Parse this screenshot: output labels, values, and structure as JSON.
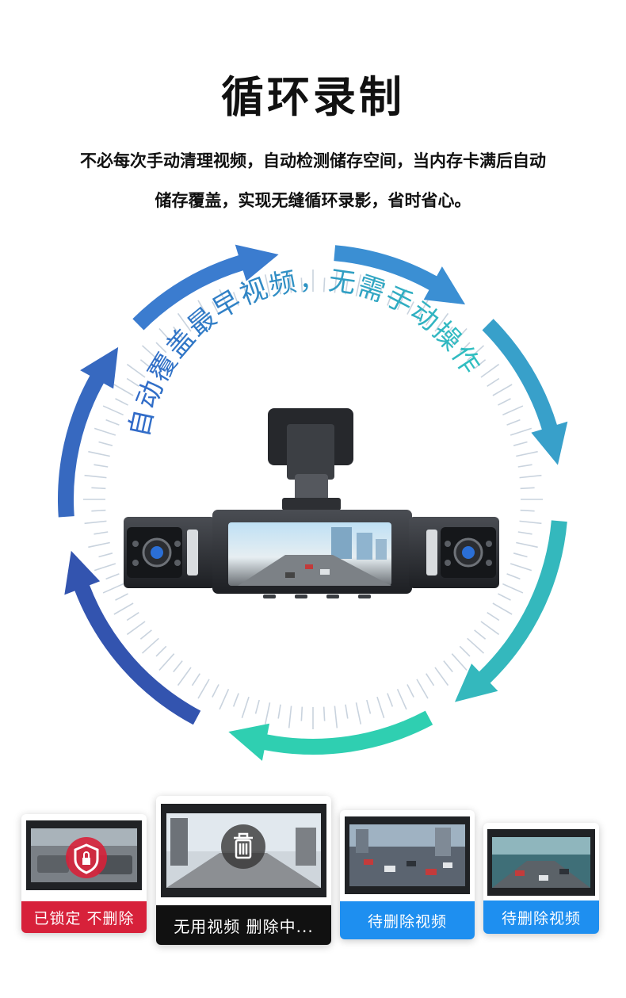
{
  "title": "循环录制",
  "description": {
    "line1": "不必每次手动清理视频，自动检测储存空间，当内存卡满后自动",
    "line2": "储存覆盖，实现无缝循环录影，省时省心。"
  },
  "diagram": {
    "arc_text_left": "自动覆盖最早视频，",
    "arc_text_right": "无需手动操作"
  },
  "cards": [
    {
      "label": "已锁定  不删除",
      "color": "#d7213a",
      "icon": "shield-lock-icon"
    },
    {
      "label": "无用视频  删除中...",
      "color": "#111111",
      "icon": "trash-icon"
    },
    {
      "label": "待删除视频",
      "color": "#1e8ff0"
    },
    {
      "label": "待删除视频",
      "color": "#1e8ff0"
    }
  ],
  "colors": {
    "ring_start": "#2f3f9e",
    "ring_mid": "#3d86d8",
    "ring_end": "#2fd1b0"
  }
}
